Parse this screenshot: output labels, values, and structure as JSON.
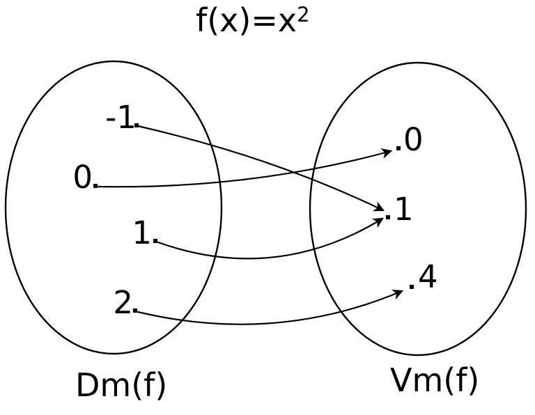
{
  "title": {
    "base": "f(x)=x",
    "exponent": "2"
  },
  "domain_set": {
    "label": "Dm(f)",
    "elements": [
      "-1",
      "0",
      "1",
      "2"
    ]
  },
  "range_set": {
    "label": "Vm(f)",
    "elements": [
      "0",
      "1",
      "4"
    ]
  },
  "mappings": [
    {
      "from": "-1",
      "to": "1"
    },
    {
      "from": "0",
      "to": "0"
    },
    {
      "from": "1",
      "to": "1"
    },
    {
      "from": "2",
      "to": "4"
    }
  ],
  "colors": {
    "stroke": "#000000",
    "background": "#ffffff"
  }
}
